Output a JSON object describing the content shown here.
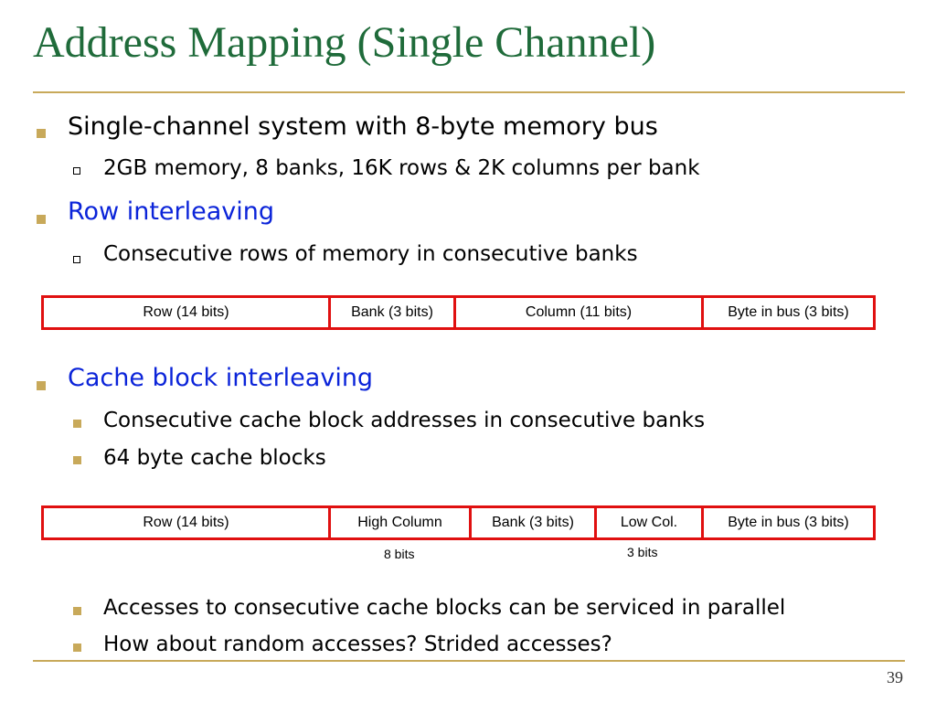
{
  "title": "Address Mapping (Single Channel)",
  "bullets": {
    "b1": "Single-channel system with 8-byte memory bus",
    "b1_1": "2GB memory, 8 banks, 16K rows & 2K columns per bank",
    "b2": "Row interleaving",
    "b2_1": "Consecutive rows of memory in consecutive banks",
    "b3": "Cache block interleaving",
    "b3_1": "Consecutive cache block addresses in consecutive banks",
    "b3_2": "64 byte cache blocks",
    "b3_3": "Accesses to consecutive cache blocks can be serviced in parallel",
    "b3_4": "How about random accesses? Strided accesses?"
  },
  "row_interleave_fields": [
    "Row (14 bits)",
    "Bank (3 bits)",
    "Column (11 bits)",
    "Byte in bus (3 bits)"
  ],
  "cache_interleave_fields": [
    "Row (14 bits)",
    "High Column",
    "Bank (3 bits)",
    "Low Col.",
    "Byte in bus (3 bits)"
  ],
  "field_notes": {
    "high_column": "8 bits",
    "low_column": "3 bits"
  },
  "colors": {
    "title": "#1f6b3a",
    "accent_rule": "#c8a95a",
    "highlight_text": "#0b24d9",
    "field_border": "#e01010"
  },
  "page_number": "39"
}
